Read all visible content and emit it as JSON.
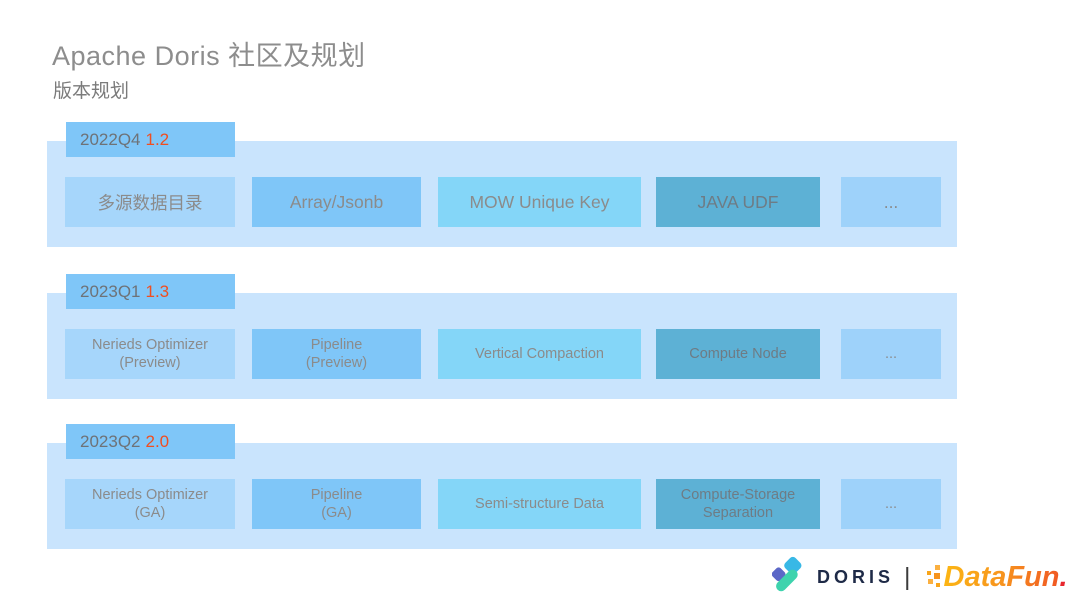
{
  "slide": {
    "title": "Apache Doris 社区及规划",
    "subtitle": "版本规划"
  },
  "colors": {
    "row_container": "#c9e4fd",
    "tag_bg": "#7fc6f8",
    "box_light": "#a6d6fb",
    "box_medium": "#7fc6f8",
    "box_cyan": "#84d6f8",
    "box_steel": "#5db1d5",
    "box_more": "#9ed2fa",
    "text_gray": "#8b8b8b",
    "version_orange": "#f04e20",
    "doris_navy": "#1e2a47",
    "datafun_orange": "#f47b20"
  },
  "rows": [
    {
      "quarter": "2022Q4",
      "version": "1.2",
      "features": [
        {
          "label": "多源数据目录"
        },
        {
          "label": "Array/Jsonb"
        },
        {
          "label": "MOW Unique Key"
        },
        {
          "label": "JAVA UDF"
        },
        {
          "label": "..."
        }
      ]
    },
    {
      "quarter": "2023Q1",
      "version": "1.3",
      "features": [
        {
          "label": "Nerieds Optimizer",
          "sub": "(Preview)"
        },
        {
          "label": "Pipeline",
          "sub": "(Preview)"
        },
        {
          "label": "Vertical Compaction"
        },
        {
          "label": "Compute Node"
        },
        {
          "label": "..."
        }
      ]
    },
    {
      "quarter": "2023Q2",
      "version": "2.0",
      "features": [
        {
          "label": "Nerieds Optimizer",
          "sub": "(GA)"
        },
        {
          "label": "Pipeline",
          "sub": "(GA)"
        },
        {
          "label": "Semi-structure Data"
        },
        {
          "label": "Compute-Storage",
          "sub": "Separation"
        },
        {
          "label": "..."
        }
      ]
    }
  ],
  "footer": {
    "doris_label": "DORIS",
    "separator": "|",
    "datafun_label": "DataFun",
    "datafun_dot": "."
  }
}
